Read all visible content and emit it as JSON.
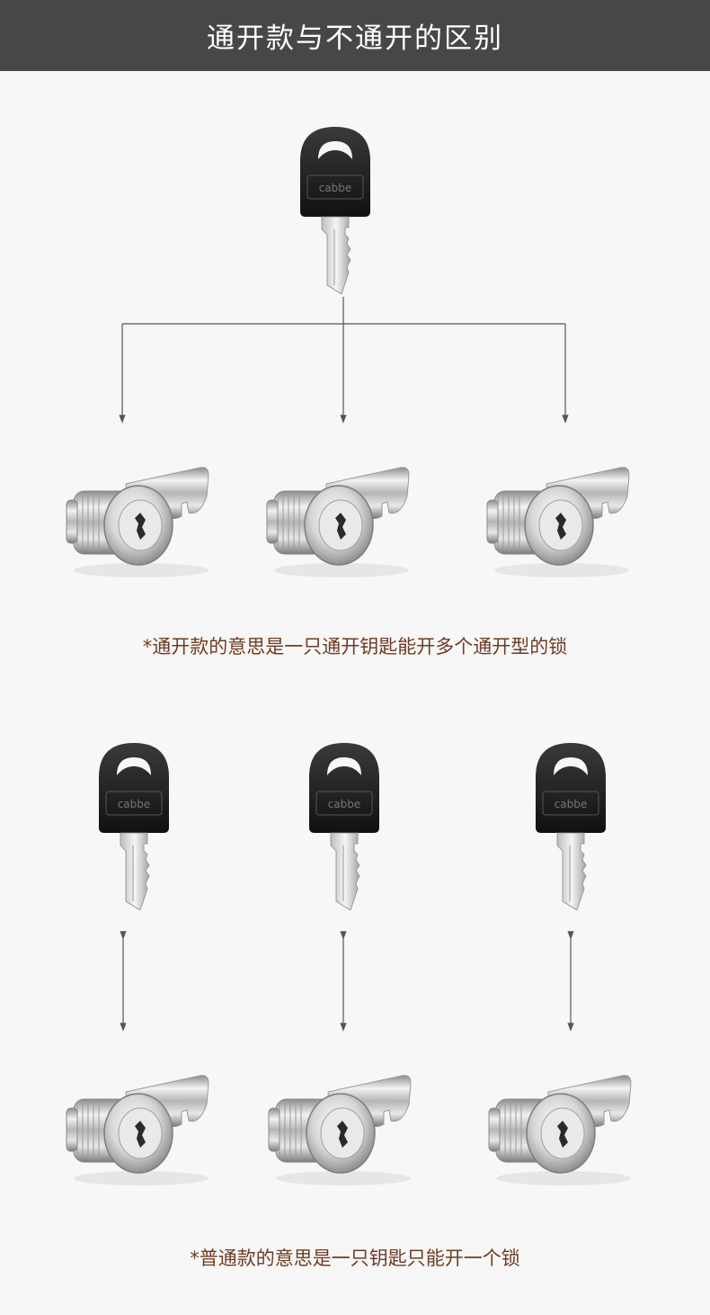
{
  "header": {
    "title": "通开款与不通开的区别"
  },
  "section_master": {
    "caption": "*通开款的意思是一只通开钥匙能开多个通开型的锁",
    "key_icon": "key-icon",
    "lock_icon": "cam-lock-icon",
    "lock_count": 3
  },
  "section_normal": {
    "caption": "*普通款的意思是一只钥匙只能开一个锁",
    "key_icon": "key-icon",
    "lock_icon": "cam-lock-icon",
    "pair_count": 3
  },
  "colors": {
    "header_bg": "#494746",
    "page_bg": "#f7f7f7",
    "caption_text": "#6e3b22",
    "key_head": "#1e1e1e",
    "arrow_line": "#555555"
  }
}
